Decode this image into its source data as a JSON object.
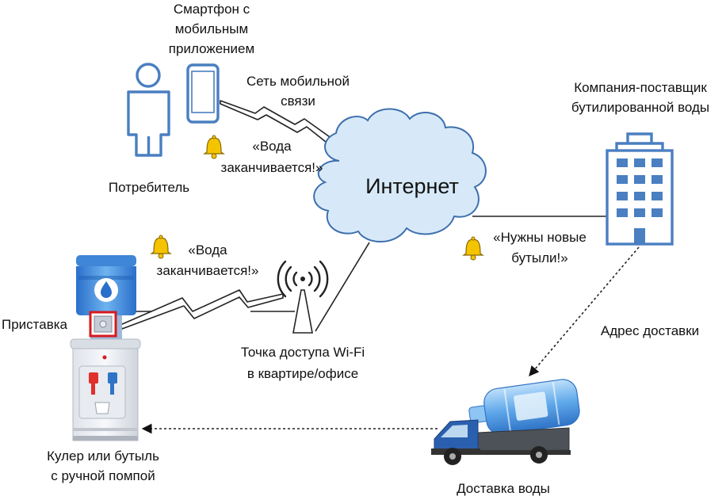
{
  "labels": {
    "smartphone": [
      "Смартфон с",
      "мобильным",
      "приложением"
    ],
    "mobile_network": [
      "Сеть мобильной",
      "связи"
    ],
    "alert_consumer": [
      "«Вода",
      "заканчивается!»"
    ],
    "consumer": "Потребитель",
    "internet": "Интернет",
    "company": [
      "Компания-поставщик",
      "бутилированной воды"
    ],
    "alert_company": [
      "«Нужны новые",
      "бутыли!»"
    ],
    "alert_device": [
      "«Вода",
      "заканчивается!»"
    ],
    "device": "Приставка",
    "wifi_ap": [
      "Точка доступа Wi-Fi",
      "в квартире/офисе"
    ],
    "delivery_address": "Адрес доставки",
    "cooler": [
      "Кулер или бутыль",
      "с ручной помпой"
    ],
    "water_delivery": "Доставка воды"
  },
  "colors": {
    "icon_blue": "#4a7fc1",
    "icon_blue_light": "#9fc5ea",
    "cloud_fill": "#d7e9f8",
    "cloud_stroke": "#3d6fae",
    "bell": "#f5c400",
    "device_frame": "#d8191e"
  },
  "icons": [
    "person-icon",
    "smartphone-icon",
    "cloud-icon",
    "building-icon",
    "bell-icon",
    "water-cooler-icon",
    "wifi-antenna-icon",
    "truck-icon",
    "lightning-link-icon"
  ]
}
